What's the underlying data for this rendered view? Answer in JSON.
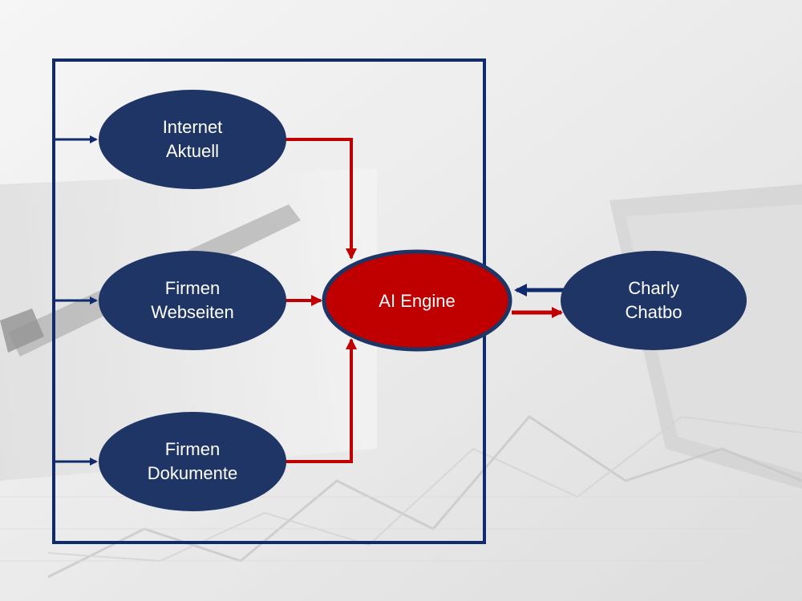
{
  "diagram": {
    "nodes": {
      "internet": {
        "line1": "Internet",
        "line2": "Aktuell"
      },
      "webseiten": {
        "line1": "Firmen",
        "line2": "Webseiten"
      },
      "dokumente": {
        "line1": "Firmen",
        "line2": "Dokumente"
      },
      "ai_engine": {
        "label": "AI Engine"
      },
      "charly": {
        "line1": "Charly",
        "line2": "Chatbo"
      }
    },
    "edges": [
      {
        "from": "internet",
        "to": "ai_engine"
      },
      {
        "from": "webseiten",
        "to": "ai_engine"
      },
      {
        "from": "dokumente",
        "to": "ai_engine"
      },
      {
        "from": "ai_engine",
        "to": "charly"
      },
      {
        "from": "charly",
        "to": "ai_engine"
      }
    ]
  },
  "colors": {
    "navy": "#1f3566",
    "border_navy": "#0f2a6e",
    "red": "#c00000",
    "red_arrow": "#c00000"
  }
}
